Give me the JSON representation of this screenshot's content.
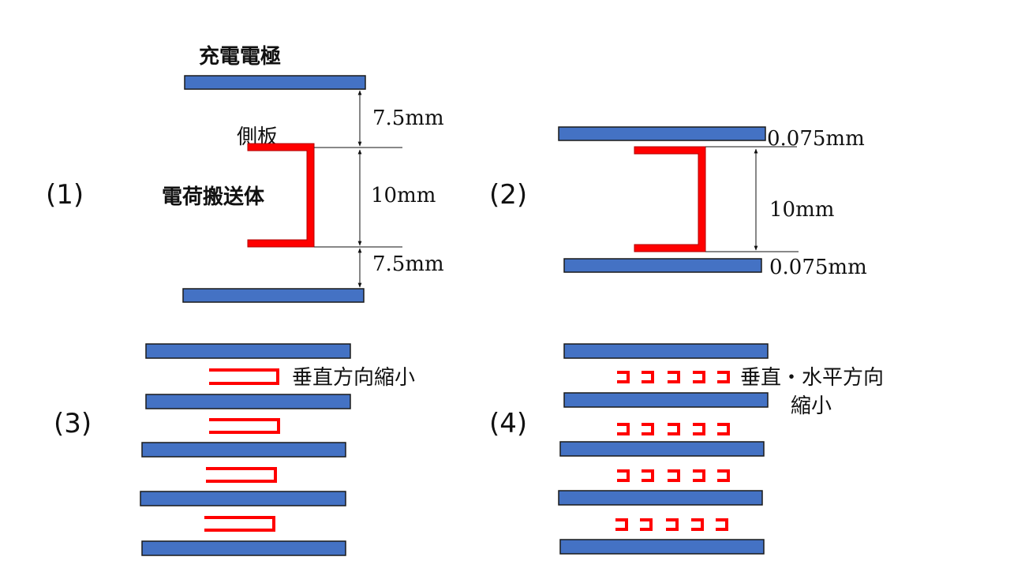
{
  "panels": {
    "p1": {
      "number": "(1)",
      "electrode_label": "充電電極",
      "side_plate_label": "側板",
      "carrier_label": "電荷搬送体",
      "gap_top": "7.5mm",
      "height": "10mm",
      "gap_bottom": "7.5mm"
    },
    "p2": {
      "number": "(2)",
      "gap_top": "0.075mm",
      "height": "10mm",
      "gap_bottom": "0.075mm"
    },
    "p3": {
      "number": "(3)",
      "note": "垂直方向縮小"
    },
    "p4": {
      "number": "(4)",
      "note_line1": "垂直・水平方向",
      "note_line2": "縮小"
    }
  },
  "colors": {
    "electrode_fill": "#4472c4",
    "electrode_stroke": "#1a1a1a",
    "carrier": "#ff0000"
  }
}
